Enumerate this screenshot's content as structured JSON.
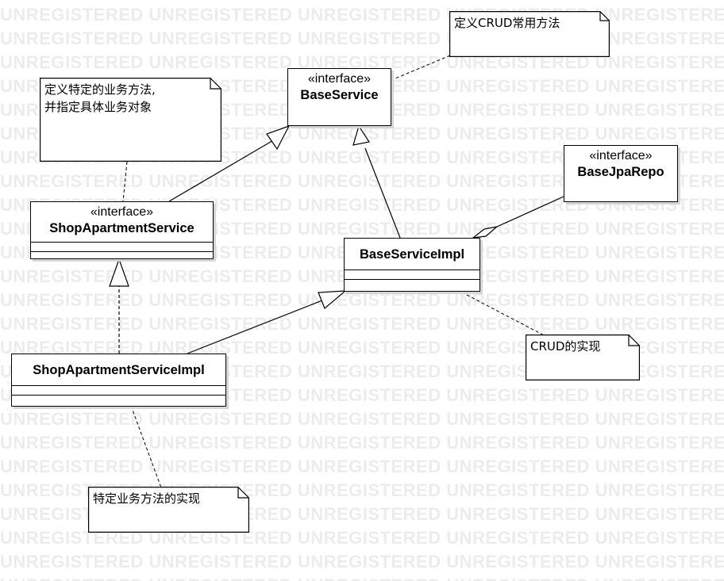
{
  "watermark": "UNREGISTERED",
  "classes": {
    "base_service": {
      "stereotype": "«interface»",
      "name": "BaseService"
    },
    "base_jpa_repo": {
      "stereotype": "«interface»",
      "name": "BaseJpaRepo"
    },
    "shop_apartment_service": {
      "stereotype": "«interface»",
      "name": "ShopApartmentService"
    },
    "base_service_impl": {
      "name": "BaseServiceImpl"
    },
    "shop_apartment_service_impl": {
      "name": "ShopApartmentServiceImpl"
    }
  },
  "notes": {
    "crud_common_methods": "定义CRUD常用方法",
    "specific_business_methods": "定义特定的业务方法,\n并指定具体业务对象",
    "crud_implementation": "CRUD的实现",
    "specific_business_implementation": "特定业务方法的实现"
  }
}
